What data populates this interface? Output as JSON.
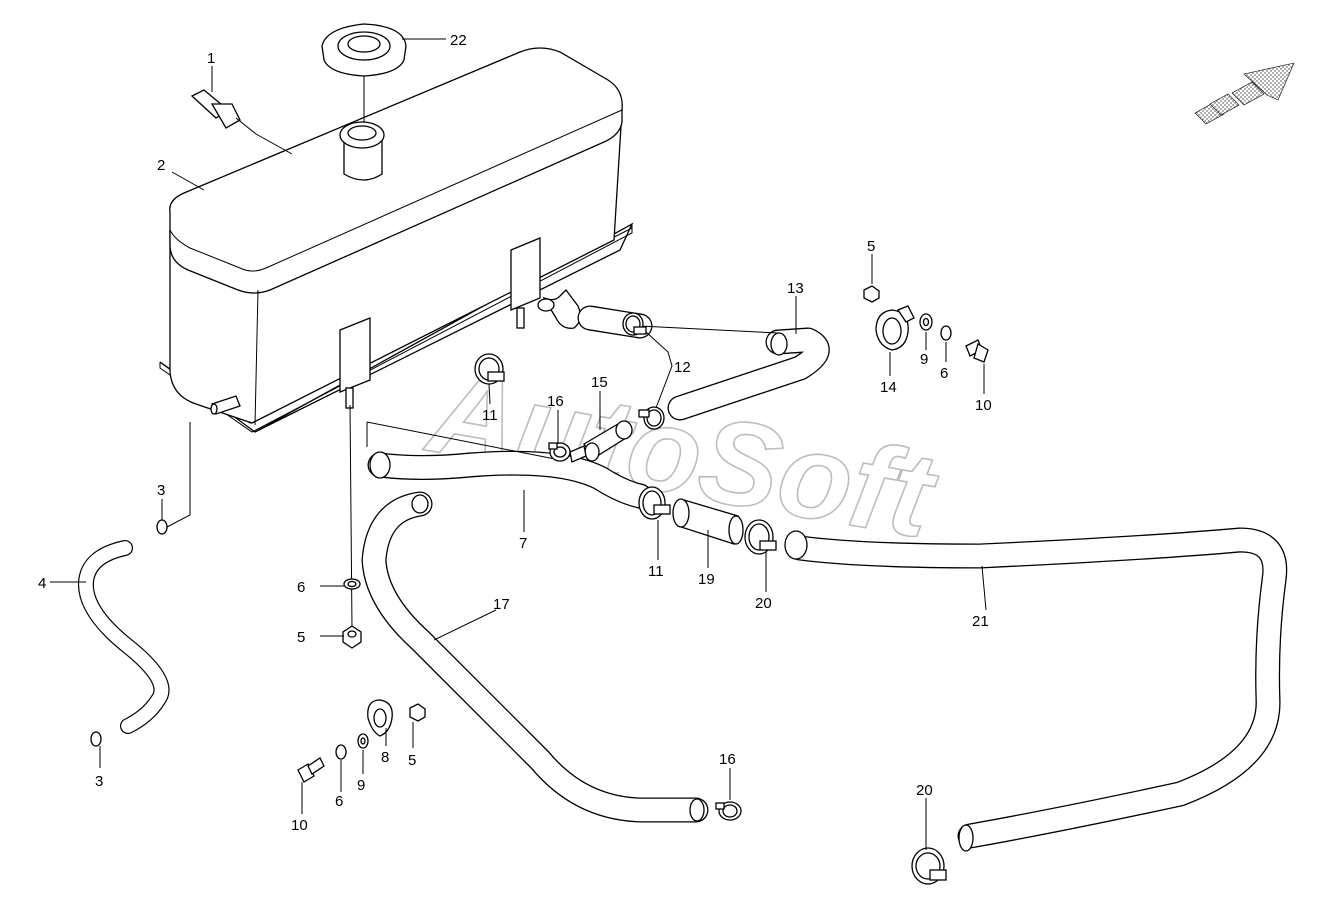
{
  "watermark": "AutoSoft",
  "callouts": {
    "c1": "1",
    "c2": "2",
    "c22": "22",
    "c3a": "3",
    "c3b": "3",
    "c4": "4",
    "c5a": "5",
    "c5b": "5",
    "c5c": "5",
    "c6a": "6",
    "c6b": "6",
    "c6c": "6",
    "c7": "7",
    "c8": "8",
    "c9a": "9",
    "c9b": "9",
    "c10a": "10",
    "c10b": "10",
    "c11a": "11",
    "c11b": "11",
    "c12": "12",
    "c13": "13",
    "c14": "14",
    "c15": "15",
    "c16a": "16",
    "c16b": "16",
    "c17": "17",
    "c19": "19",
    "c20a": "20",
    "c20b": "20",
    "c21": "21"
  },
  "colors": {
    "line": "#000000",
    "watermark": "#bdbdbd",
    "hatch": "#9a9a9a"
  },
  "icons": {
    "direction_arrow": "direction-arrow-icon"
  }
}
